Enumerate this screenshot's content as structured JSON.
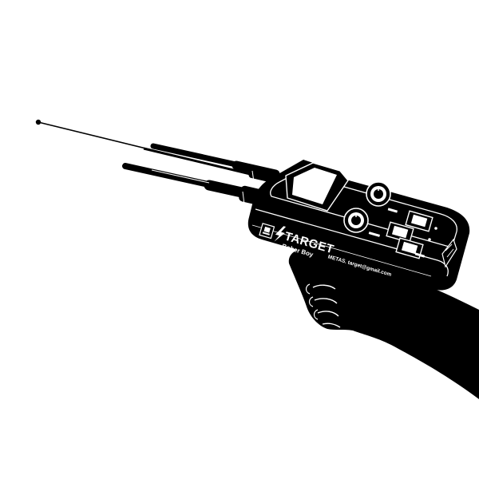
{
  "device": {
    "brand": "TARGET",
    "model": "Bober Boy",
    "contact": "METAS. target@gmail.com",
    "logo_icon": "lightning-bolt-icon",
    "badge_icon": "company-logo-icon"
  },
  "colors": {
    "ink": "#000000",
    "paper": "#ffffff"
  }
}
